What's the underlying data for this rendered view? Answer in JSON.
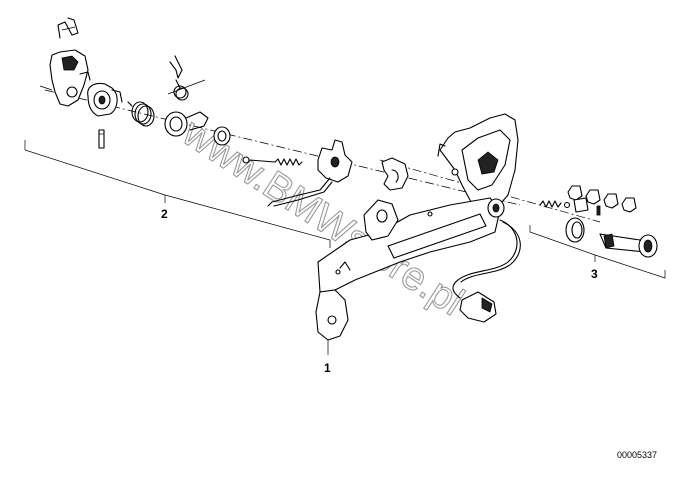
{
  "watermark": "www.BMWstore.pl",
  "callouts": [
    {
      "id": "1",
      "label": "1"
    },
    {
      "id": "2",
      "label": "2"
    },
    {
      "id": "3",
      "label": "3"
    }
  ],
  "reference_number": "00005337",
  "colors": {
    "line": "#000000",
    "watermark": "#9a9a9a",
    "background": "#ffffff"
  }
}
